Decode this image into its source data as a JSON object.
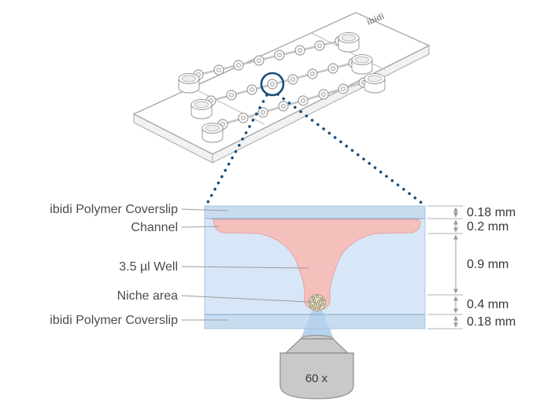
{
  "brand": "ibidi",
  "section": {
    "labels": [
      "ibidi Polymer Coverslip",
      "Channel",
      "3.5 µl Well",
      "Niche area",
      "ibidi Polymer Coverslip"
    ],
    "measurements": [
      "0.18 mm",
      "0.2 mm",
      "0.9 mm",
      "0.4 mm",
      "0.18 mm"
    ],
    "objective_magnification": "60 x"
  },
  "colors": {
    "body_blue": "#d8e7f7",
    "coverslip_blue": "#c8dcf0",
    "channel_pink": "#f5bfbc",
    "cone_blue": "#b7d2ec",
    "objective_gray": "#c9c9c9",
    "accent_blue": "#1b4e79"
  }
}
